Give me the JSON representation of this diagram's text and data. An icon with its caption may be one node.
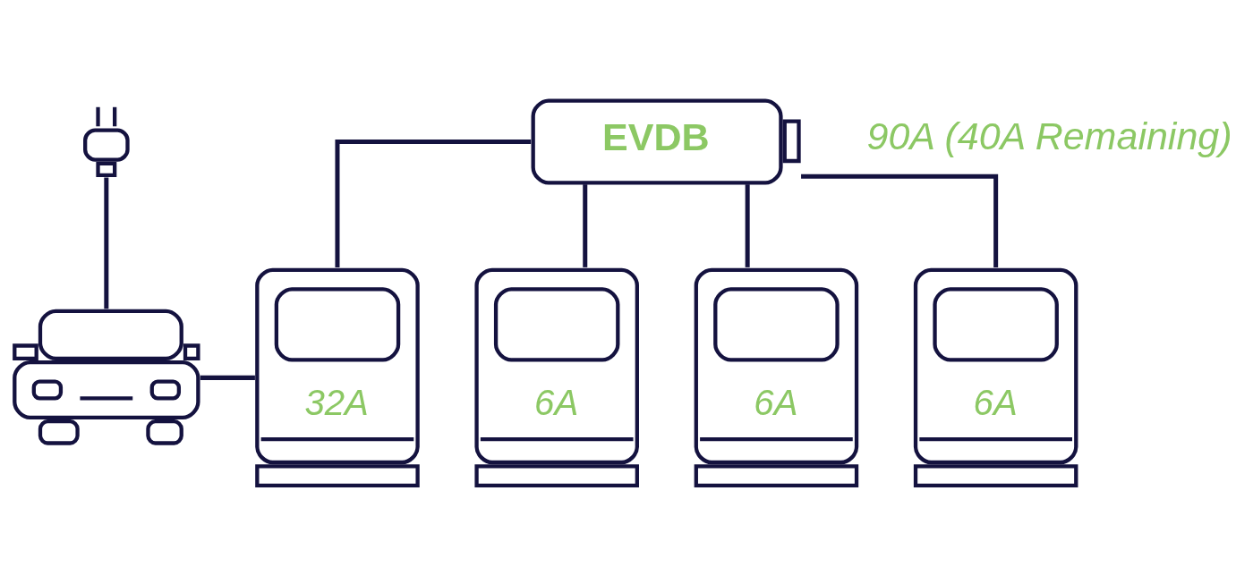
{
  "diagram": {
    "nodes": [
      {
        "text": [
          "EVDB"
        ]
      },
      {
        "text": [],
        "shape": "picture"
      },
      {
        "text": [],
        "shape": "picture"
      },
      {
        "text": [
          "32A"
        ]
      },
      {
        "text": [
          "6A"
        ]
      },
      {
        "text": [
          "6A"
        ]
      },
      {
        "text": [
          "6A"
        ]
      }
    ],
    "edges": [
      {
        "from": 0,
        "to": 3,
        "arrow": "none"
      },
      {
        "from": 0,
        "to": 4,
        "arrow": "none"
      },
      {
        "from": 0,
        "to": 5,
        "arrow": "none"
      },
      {
        "from": 0,
        "to": 6,
        "arrow": "none"
      },
      {
        "from": 2,
        "to": 1,
        "arrow": "none"
      },
      {
        "from": 1,
        "to": 3,
        "arrow": "none"
      }
    ],
    "labels": [
      "90A (40A Remaining)"
    ]
  }
}
